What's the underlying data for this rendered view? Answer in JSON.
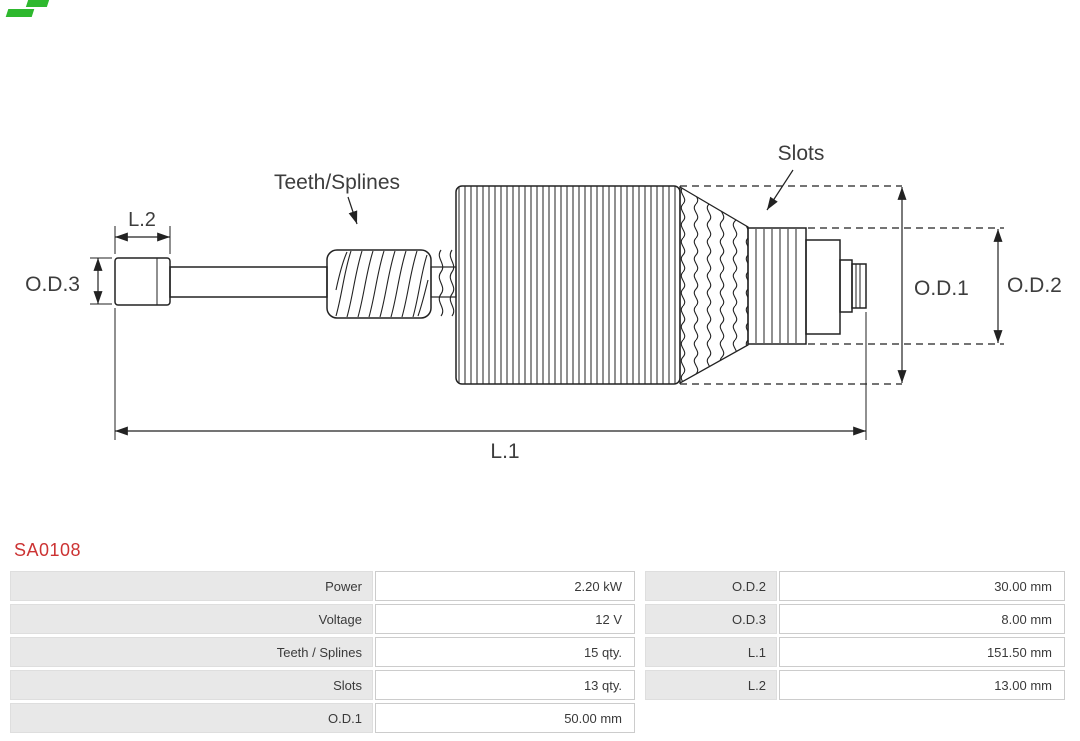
{
  "brand": {
    "logo_color": "#2eb82e"
  },
  "part_number": "SA0108",
  "colors": {
    "part_number": "#cc3333",
    "drawing_line": "#222222"
  },
  "diagram": {
    "labels": {
      "teeth_splines": "Teeth/Splines",
      "slots": "Slots",
      "l1": "L.1",
      "l2": "L.2",
      "od1": "O.D.1",
      "od2": "O.D.2",
      "od3": "O.D.3"
    }
  },
  "spec_table_left": {
    "rows": [
      {
        "label": "Power",
        "value": "2.20 kW"
      },
      {
        "label": "Voltage",
        "value": "12 V"
      },
      {
        "label": "Teeth / Splines",
        "value": "15 qty."
      },
      {
        "label": "Slots",
        "value": "13 qty."
      },
      {
        "label": "O.D.1",
        "value": "50.00 mm"
      }
    ]
  },
  "spec_table_right": {
    "rows": [
      {
        "label": "O.D.2",
        "value": "30.00 mm"
      },
      {
        "label": "O.D.3",
        "value": "8.00 mm"
      },
      {
        "label": "L.1",
        "value": "151.50 mm"
      },
      {
        "label": "L.2",
        "value": "13.00 mm"
      }
    ]
  }
}
